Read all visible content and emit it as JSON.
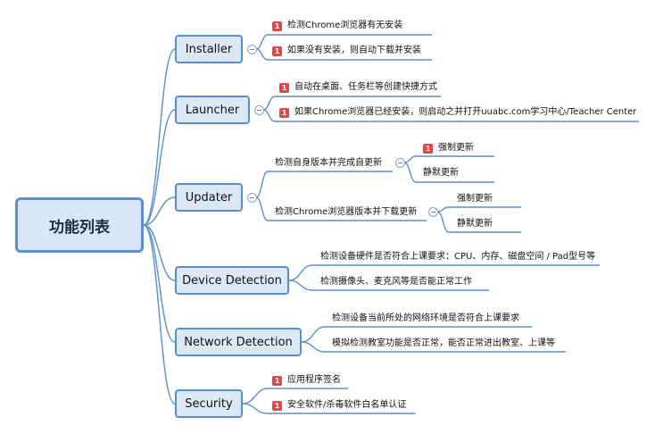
{
  "root": {
    "label": "功能列表"
  },
  "priority_badge": "1",
  "branches": [
    {
      "label": "Installer",
      "items": [
        {
          "label": "检测Chrome浏览器有无安装",
          "priority": true
        },
        {
          "label": "如果没有安装，则自动下载并安装",
          "priority": true
        }
      ]
    },
    {
      "label": "Launcher",
      "items": [
        {
          "label": "自动在桌面、任务栏等创建快捷方式",
          "priority": true
        },
        {
          "label": "如果Chrome浏览器已经安装，则启动之并打开uuabc.com学习中心/Teacher Center",
          "priority": true
        }
      ]
    },
    {
      "label": "Updater",
      "items": [
        {
          "label": "检测自身版本并完成自更新",
          "children": [
            {
              "label": "强制更新",
              "priority": true
            },
            {
              "label": "静默更新",
              "priority": false
            }
          ]
        },
        {
          "label": "检测Chrome浏览器版本并下载更新",
          "children": [
            {
              "label": "强制更新",
              "priority": false
            },
            {
              "label": "静默更新",
              "priority": false
            }
          ]
        }
      ]
    },
    {
      "label": "Device Detection",
      "items": [
        {
          "label": "检测设备硬件是否符合上课要求：CPU、内存、磁盘空间 / Pad型号等",
          "priority": false
        },
        {
          "label": "检测摄像头、麦克风等是否能正常工作",
          "priority": false
        }
      ]
    },
    {
      "label": "Network Detection",
      "items": [
        {
          "label": "检测设备当前所处的网络环境是否符合上课要求",
          "priority": false
        },
        {
          "label": "模拟检测教室功能是否正常，能否正常进出教室、上课等",
          "priority": false
        }
      ]
    },
    {
      "label": "Security",
      "items": [
        {
          "label": "应用程序签名",
          "priority": true
        },
        {
          "label": "安全软件/杀毒软件白名单认证",
          "priority": true
        }
      ]
    }
  ],
  "colors": {
    "line": "#5a8fce",
    "node_fill": "#dde8f6",
    "root_fill": "#d8e6f7",
    "priority": "#e64545"
  }
}
